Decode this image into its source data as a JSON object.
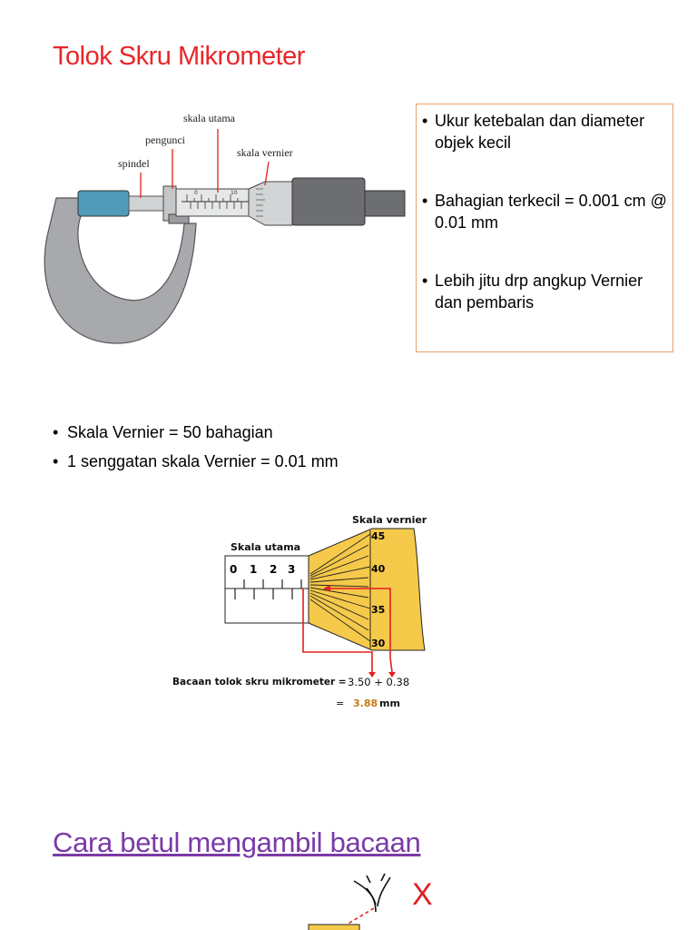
{
  "title": "Tolok Skru Mikrometer",
  "micrometer_labels": {
    "skala_utama": "skala utama",
    "pengunci": "pengunci",
    "skala_vernier": "skala vernier",
    "spindel": "spindel"
  },
  "micrometer_scale_numbers": [
    "0",
    "10"
  ],
  "info_points": [
    "Ukur ketebalan dan diameter objek kecil",
    "Bahagian terkecil = 0.001 cm @ 0.01 mm",
    "Lebih jitu drp angkup Vernier dan pembaris"
  ],
  "bullets": [
    "Skala Vernier = 50 bahagian",
    "1 senggatan skala Vernier = 0.01 mm"
  ],
  "reading_diagram": {
    "label_vernier": "Skala vernier",
    "label_utama": "Skala utama",
    "main_scale_numbers": [
      "0",
      "1",
      "2",
      "3"
    ],
    "vernier_numbers": [
      "45",
      "40",
      "35",
      "30"
    ],
    "reading_label": "Bacaan tolok skru mikrometer =",
    "reading_expr": "3.50 + 0.38",
    "result_eq": "=",
    "result_value": "3.88",
    "result_unit": "mm",
    "colors": {
      "thimble": "#f5c94a",
      "arrow": "#e02020",
      "result": "#c97a16"
    }
  },
  "section2_title": "Cara betul mengambil bacaan",
  "wrong_mark": "X"
}
